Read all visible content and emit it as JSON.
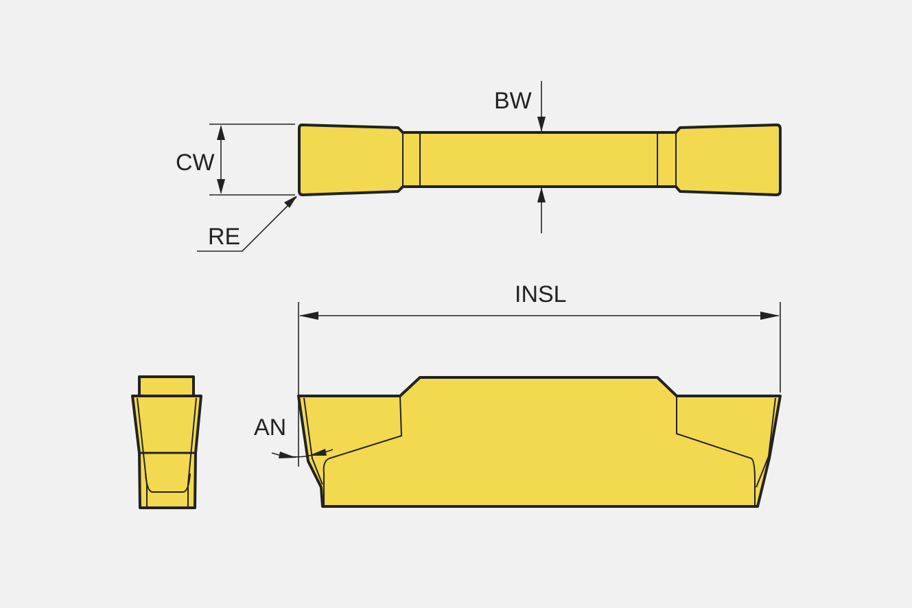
{
  "labels": {
    "bw": "BW",
    "cw": "CW",
    "re": "RE",
    "insl": "INSL",
    "an": "AN"
  },
  "colors": {
    "insert_fill": "#f2d94f",
    "outline": "#222222",
    "background": "#f1f1f1"
  }
}
